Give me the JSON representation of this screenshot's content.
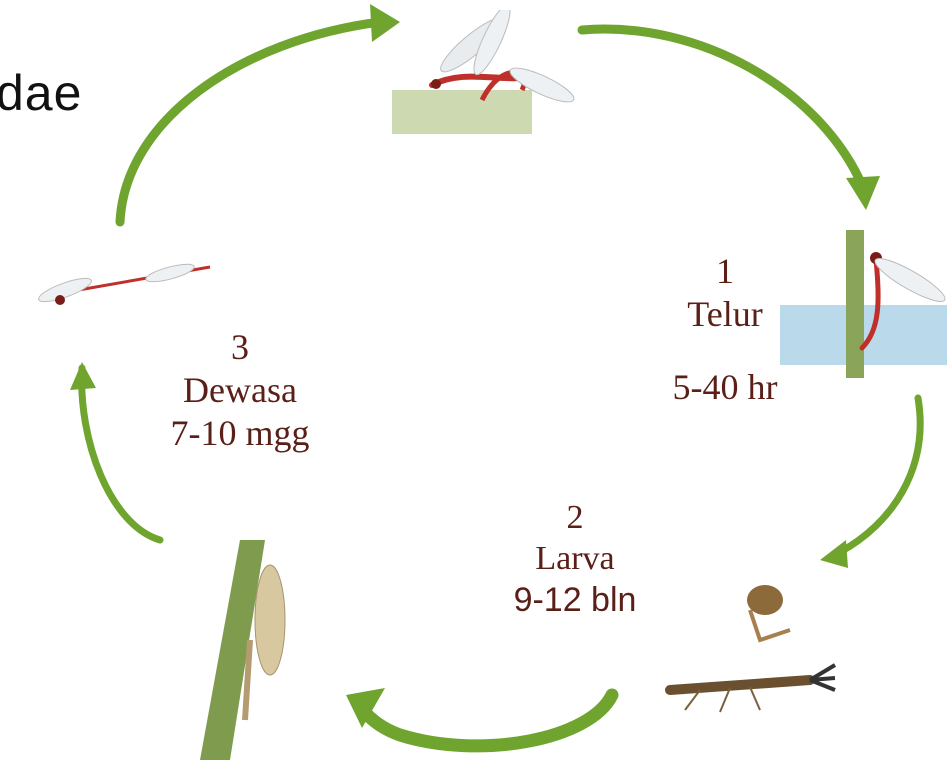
{
  "title": "dae",
  "stages": [
    {
      "number": "1",
      "name": "Telur",
      "duration": "5-40 hr"
    },
    {
      "number": "2",
      "name": "Larva",
      "duration": "9-12 bln"
    },
    {
      "number": "3",
      "name": "Dewasa",
      "duration": "7-10 mgg"
    }
  ],
  "colors": {
    "arrow": "#6fa52e",
    "label": "#5a2018"
  }
}
